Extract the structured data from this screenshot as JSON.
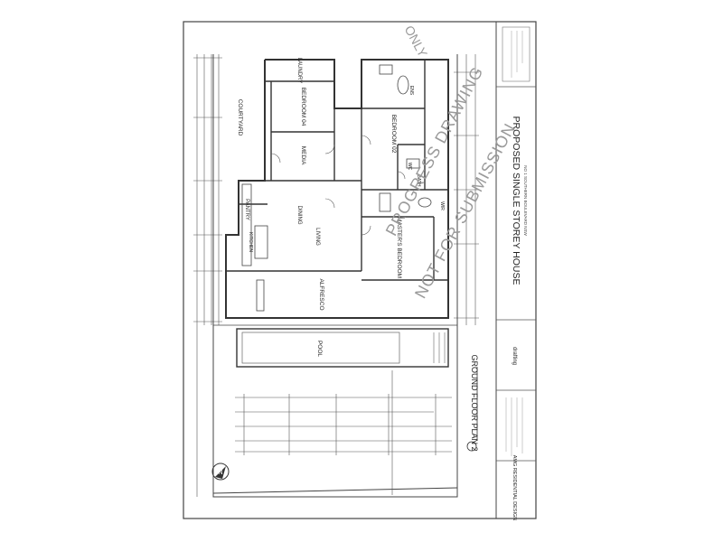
{
  "sheet": {
    "project_title": "PROPOSED SINGLE STOREY HOUSE",
    "address_line": "NO 1 SOUTHERN BOULEVARD NSW",
    "plan_title": "GROUND FLOOR PLAN 2",
    "watermark_line1": "PROGRESS DRAWING",
    "watermark_line2": "NOT FOR SUBMISSION",
    "watermark_corner": "ONLY",
    "company_name": "AMG RESIDENTIAL DESIGN",
    "brand_mark": "drafting",
    "north_label": "N"
  },
  "rooms": {
    "laundry": "LAUNDRY",
    "bedroom4": "BEDROOM 04",
    "courtyard": "COURTYARD",
    "bedroom2": "BEDROOM 02",
    "media": "MEDIA",
    "pantry": "PANTRY",
    "dining": "DINING",
    "living": "LIVING",
    "kitchen": "KITCHEN",
    "masters_bedroom": "MASTER'S BEDROOM",
    "alfresco": "ALFRESCO",
    "pool": "POOL",
    "ens": "ENS",
    "wc": "WC",
    "wir": "WIR",
    "bath": "BATH"
  },
  "colors": {
    "line": "#333333",
    "thin": "#777777",
    "watermark": "#9a9a9a"
  }
}
